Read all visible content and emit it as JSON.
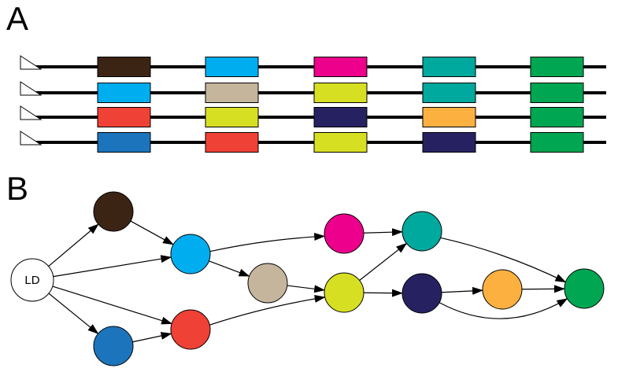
{
  "panels": {
    "a_label": "A",
    "b_label": "B"
  },
  "colors": {
    "brown": "#3c2415",
    "sky": "#00aeef",
    "magenta": "#ec008c",
    "teal": "#00a99d",
    "green": "#00a651",
    "tan": "#c4b59c",
    "lime": "#d7df23",
    "red": "#ef4136",
    "navy": "#262262",
    "orange": "#fbb040",
    "blue": "#1c75bc",
    "white": "#ffffff",
    "line": "#000000"
  },
  "tracks": [
    [
      "brown",
      "sky",
      "magenta",
      "teal",
      "green"
    ],
    [
      "sky",
      "tan",
      "lime",
      "teal",
      "green"
    ],
    [
      "red",
      "lime",
      "navy",
      "orange",
      "green"
    ],
    [
      "blue",
      "red",
      "lime",
      "navy",
      "green"
    ]
  ],
  "graph": {
    "nodes": [
      {
        "id": "LD",
        "color": "white",
        "label": "LD"
      },
      {
        "id": "brown",
        "color": "brown",
        "label": ""
      },
      {
        "id": "sky",
        "color": "sky",
        "label": ""
      },
      {
        "id": "blue",
        "color": "blue",
        "label": ""
      },
      {
        "id": "red",
        "color": "red",
        "label": ""
      },
      {
        "id": "tan",
        "color": "tan",
        "label": ""
      },
      {
        "id": "magenta",
        "color": "magenta",
        "label": ""
      },
      {
        "id": "lime",
        "color": "lime",
        "label": ""
      },
      {
        "id": "teal",
        "color": "teal",
        "label": ""
      },
      {
        "id": "navy",
        "color": "navy",
        "label": ""
      },
      {
        "id": "orange",
        "color": "orange",
        "label": ""
      },
      {
        "id": "green",
        "color": "green",
        "label": ""
      }
    ],
    "edges": [
      [
        "LD",
        "brown"
      ],
      [
        "LD",
        "sky"
      ],
      [
        "LD",
        "blue"
      ],
      [
        "LD",
        "red"
      ],
      [
        "brown",
        "sky"
      ],
      [
        "blue",
        "red"
      ],
      [
        "sky",
        "magenta"
      ],
      [
        "sky",
        "tan"
      ],
      [
        "red",
        "lime"
      ],
      [
        "tan",
        "lime"
      ],
      [
        "magenta",
        "teal"
      ],
      [
        "lime",
        "teal"
      ],
      [
        "lime",
        "navy"
      ],
      [
        "navy",
        "orange"
      ],
      [
        "navy",
        "green"
      ],
      [
        "teal",
        "green"
      ],
      [
        "orange",
        "green"
      ]
    ]
  }
}
